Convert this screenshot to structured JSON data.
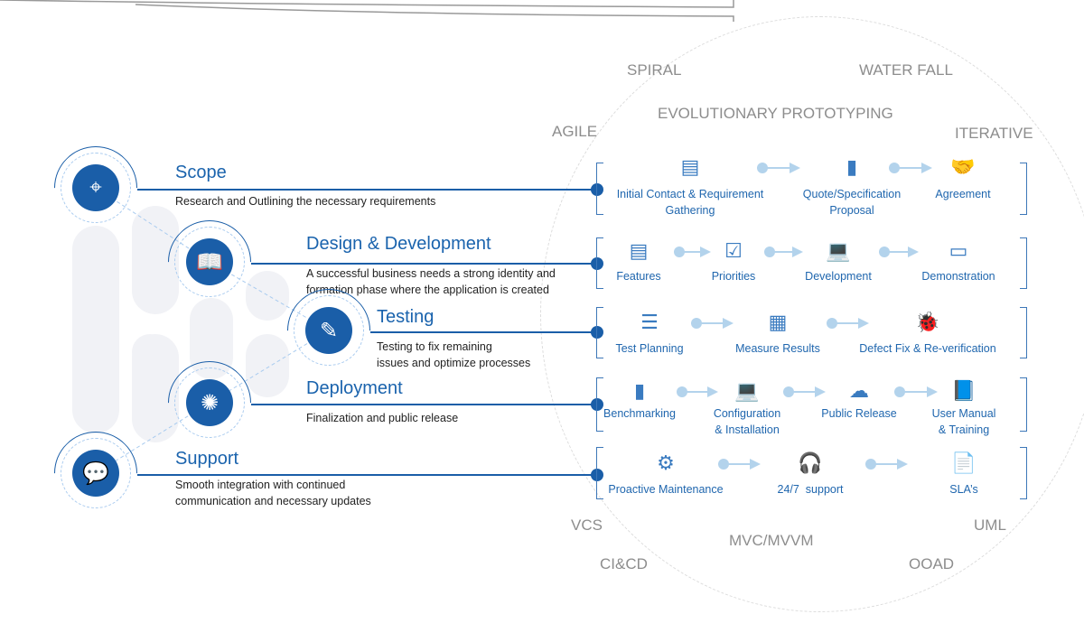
{
  "keywords": [
    "SPIRAL",
    "WATER FALL",
    "EVOLUTIONARY PROTOTYPING",
    "AGILE",
    "ITERATIVE",
    "VCS",
    "UML",
    "MVC/MVVM",
    "CI&CD",
    "OOAD"
  ],
  "phases": [
    {
      "title": "Scope",
      "description": "Research and Outlining the necessary requirements",
      "icon": "target-icon",
      "steps": [
        {
          "label": "Initial Contact & Requirement\nGathering",
          "icon": "requirements-document-icon"
        },
        {
          "label": "Quote/Specification\nProposal",
          "icon": "bar-chart-icon"
        },
        {
          "label": "Agreement",
          "icon": "handshake-icon"
        }
      ]
    },
    {
      "title": "Design & Development",
      "description": "A successful business needs a strong identity and\nformation phase where the application is created",
      "icon": "book-lightbulb-icon",
      "steps": [
        {
          "label": "Features",
          "icon": "presentation-list-icon"
        },
        {
          "label": "Priorities",
          "icon": "person-checklist-icon"
        },
        {
          "label": "Development",
          "icon": "laptop-gear-icon"
        },
        {
          "label": "Demonstration",
          "icon": "presenter-board-icon"
        }
      ]
    },
    {
      "title": "Testing",
      "description": "Testing to fix remaining\nissues and optimize processes",
      "icon": "checklist-pencil-icon",
      "steps": [
        {
          "label": "Test Planning",
          "icon": "checklist-icon"
        },
        {
          "label": "Measure Results",
          "icon": "audience-chart-icon"
        },
        {
          "label": "Defect Fix & Re-verification",
          "icon": "bug-report-icon"
        }
      ]
    },
    {
      "title": "Deployment",
      "description": "Finalization and public release",
      "icon": "network-hub-icon",
      "steps": [
        {
          "label": "Benchmarking",
          "icon": "server-icon"
        },
        {
          "label": "Configuration\n& Installation",
          "icon": "laptop-install-icon"
        },
        {
          "label": "Public Release",
          "icon": "cloud-icon"
        },
        {
          "label": "User Manual\n& Training",
          "icon": "manual-training-icon"
        }
      ]
    },
    {
      "title": "Support",
      "description": "Smooth integration with continued\ncommunication and necessary updates",
      "icon": "chat-bubbles-icon",
      "steps": [
        {
          "label": "Proactive Maintenance",
          "icon": "maintenance-gear-icon"
        },
        {
          "label": "24/7  support",
          "icon": "headset-icon"
        },
        {
          "label": "SLA’s",
          "icon": "contract-document-icon"
        }
      ]
    }
  ],
  "colors": {
    "primary": "#1a5ea8",
    "text_blue": "#1f66ae",
    "arrow": "#b3d3ec",
    "keyword": "#8d8d8d"
  }
}
